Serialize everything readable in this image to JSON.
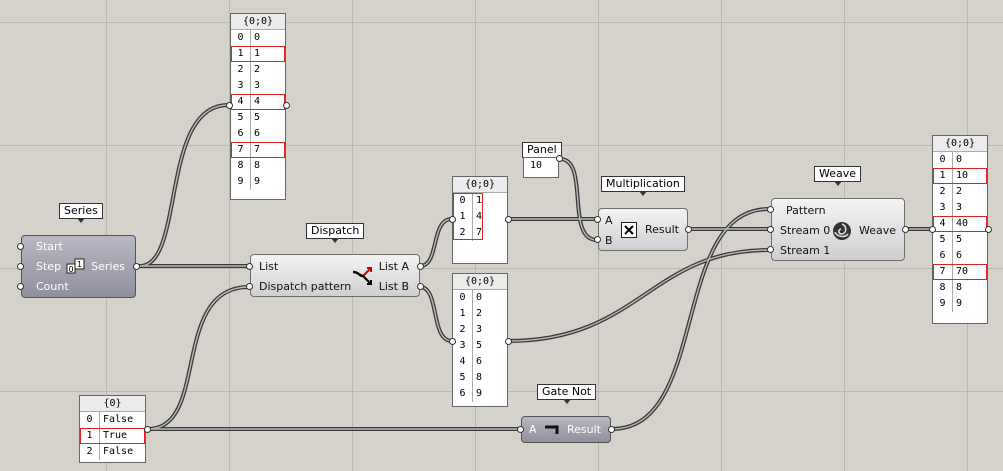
{
  "tags": {
    "series": "Series",
    "dispatch": "Dispatch",
    "panel": "Panel",
    "multiplication": "Multiplication",
    "weave": "Weave",
    "gate_not": "Gate Not"
  },
  "series": {
    "inputs": [
      "Start",
      "Step",
      "Count"
    ],
    "output": "Series"
  },
  "dispatch": {
    "inputs": [
      "List",
      "Dispatch pattern"
    ],
    "outputs": [
      "List A",
      "List B"
    ]
  },
  "multiplication": {
    "inputs": [
      "A",
      "B"
    ],
    "output": "Result"
  },
  "weave": {
    "inputs": [
      "Pattern",
      "Stream 0",
      "Stream 1"
    ],
    "output": "Weave"
  },
  "gate_not": {
    "input": "A",
    "output": "Result"
  },
  "panel_value": {
    "header": "Panel",
    "value": "10"
  },
  "panel_series": {
    "header": "{0;0}",
    "rows": [
      [
        "0",
        "0"
      ],
      [
        "1",
        "1"
      ],
      [
        "2",
        "2"
      ],
      [
        "3",
        "3"
      ],
      [
        "4",
        "4"
      ],
      [
        "5",
        "5"
      ],
      [
        "6",
        "6"
      ],
      [
        "7",
        "7"
      ],
      [
        "8",
        "8"
      ],
      [
        "9",
        "9"
      ]
    ]
  },
  "panel_list_a": {
    "header": "{0;0}",
    "rows": [
      [
        "0",
        "1"
      ],
      [
        "1",
        "4"
      ],
      [
        "2",
        "7"
      ]
    ]
  },
  "panel_list_b": {
    "header": "{0;0}",
    "rows": [
      [
        "0",
        "0"
      ],
      [
        "1",
        "2"
      ],
      [
        "2",
        "3"
      ],
      [
        "3",
        "5"
      ],
      [
        "4",
        "6"
      ],
      [
        "5",
        "8"
      ],
      [
        "6",
        "9"
      ]
    ]
  },
  "panel_pattern": {
    "header": "{0}",
    "rows": [
      [
        "0",
        "False"
      ],
      [
        "1",
        "True"
      ],
      [
        "2",
        "False"
      ]
    ]
  },
  "panel_result": {
    "header": "{0;0}",
    "rows": [
      [
        "0",
        "0"
      ],
      [
        "1",
        "10"
      ],
      [
        "2",
        "2"
      ],
      [
        "3",
        "3"
      ],
      [
        "4",
        "40"
      ],
      [
        "5",
        "5"
      ],
      [
        "6",
        "6"
      ],
      [
        "7",
        "70"
      ],
      [
        "8",
        "8"
      ],
      [
        "9",
        "9"
      ]
    ]
  }
}
